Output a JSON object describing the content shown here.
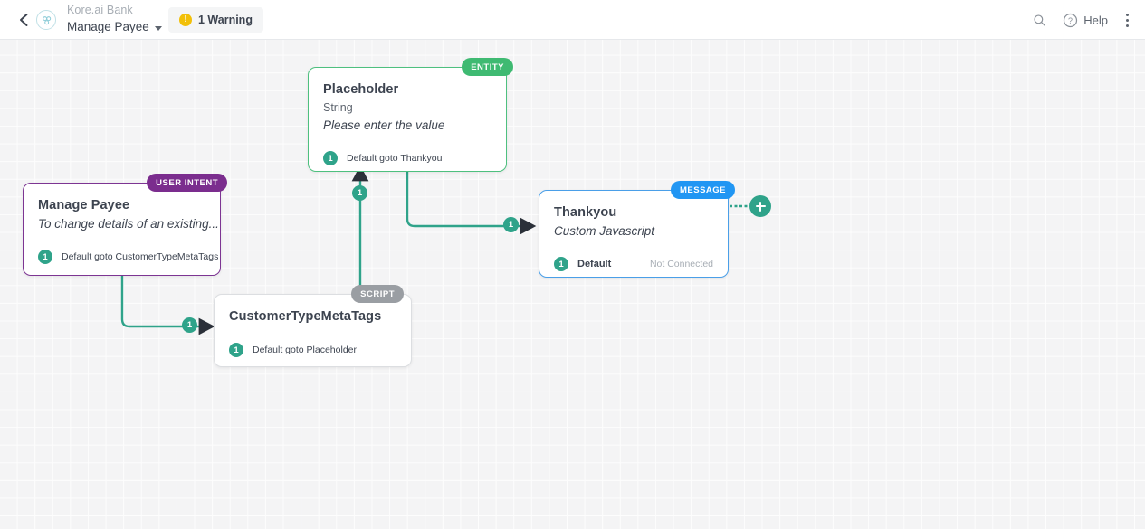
{
  "header": {
    "back_icon": "chevron-left-icon",
    "app_icon": "bot-avatar-icon",
    "company": "Kore.ai Bank",
    "flow_name": "Manage Payee",
    "warning": {
      "icon": "warning-icon",
      "glyph": "!",
      "label": "1 Warning"
    },
    "search_icon": "search-icon",
    "help_icon": "help-circle-icon",
    "help_label": "Help",
    "more_icon": "kebab-menu-icon"
  },
  "canvas": {
    "add_button": {
      "icon": "plus-icon",
      "label": "+"
    },
    "edge_badges": [
      {
        "id": "a",
        "label": "1"
      },
      {
        "id": "b",
        "label": "1"
      },
      {
        "id": "c",
        "label": "1"
      }
    ]
  },
  "nodes": [
    {
      "id": "manage-payee",
      "badge": "USER INTENT",
      "badge_color": "#7b2d8e",
      "title": "Manage Payee",
      "subtitle": "To change details of an existing...",
      "connection": {
        "num": "1",
        "label": "Default goto CustomerTypeMetaTags"
      }
    },
    {
      "id": "placeholder",
      "badge": "ENTITY",
      "badge_color": "#3fba72",
      "title": "Placeholder",
      "type_label": "String",
      "subtitle": "Please enter the value",
      "connection": {
        "num": "1",
        "label": "Default goto Thankyou"
      }
    },
    {
      "id": "thankyou",
      "badge": "MESSAGE",
      "badge_color": "#2196f3",
      "title": "Thankyou",
      "subtitle": "Custom Javascript",
      "connection": {
        "num": "1",
        "label": "Default",
        "status": "Not Connected"
      }
    },
    {
      "id": "customertypemetatags",
      "badge": "SCRIPT",
      "badge_color": "#9a9ea3",
      "title": "CustomerTypeMetaTags",
      "connection": {
        "num": "1",
        "label": "Default goto Placeholder"
      }
    }
  ],
  "colors": {
    "edge": "#2fa38a",
    "entity_border": "#4ec07f",
    "intent_border": "#7d3593",
    "message_border": "#4a9fe8",
    "script_border": "#dcdee1",
    "warning": "#f2c009",
    "canvas_bg": "#f4f4f5"
  }
}
